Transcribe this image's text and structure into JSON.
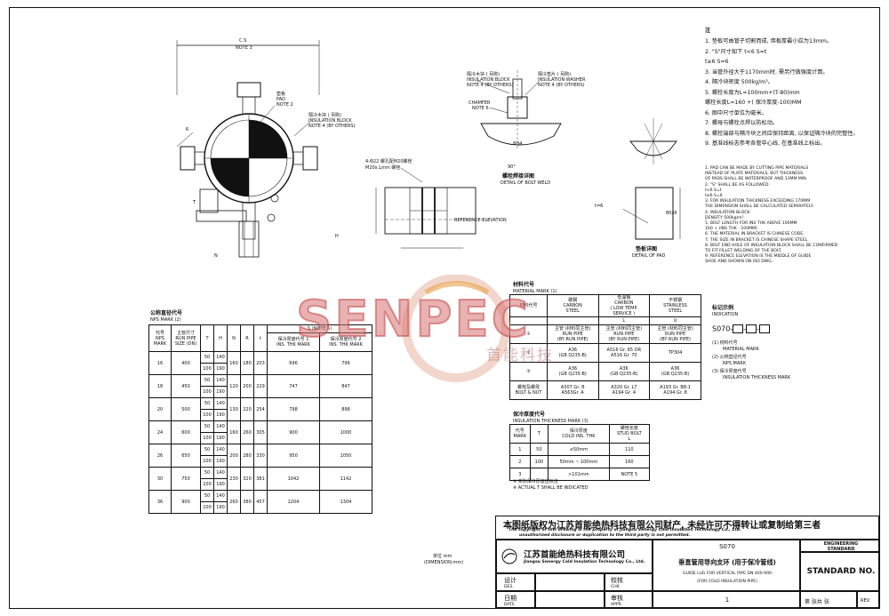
{
  "drawing": {
    "label_dim_top": "C.S",
    "label_note3": "NOTE 3",
    "label_pad_cn": "垫板",
    "label_pad_en": "PAD",
    "label_note2": "NOTE 2",
    "label_block_cn": "隔冷木块 ( 另购)",
    "label_block_en": "INSULATION BLOCK",
    "label_block_note": "NOTE 4 (BY OTHERS)",
    "label_bolt": "4-Φ22 螺孔配M20螺栓",
    "label_bolt2": "M20x.Lmm 螺栓",
    "label_bolt_detail_cn": "螺栓焊接详图",
    "label_bolt_detail_en": "DETAIL OF BOLT WELD",
    "label_chamfer": "CHAMFER",
    "label_note6": "NOTE 6",
    "label_washer_cn": "隔冷垫片 ( 另购)",
    "label_washer_en": "INSULATION WASHER",
    "label_washer_note": "NOTE 4 (BY OTHERS)",
    "label_pad_detail_cn": "垫板详图",
    "label_pad_detail_en": "DETAIL OF PAD",
    "label_ref_elev": "REFERENCE ELEVATION",
    "label_90": "90°",
    "label_phi34": "Φ34",
    "label_6": "6",
    "label_t": "t=6",
    "label_size": "80x6",
    "label_unit_cn": "单位 mm",
    "label_unit_en": "(DIMENSION:mm)"
  },
  "notes_cn": {
    "title": "注",
    "items": [
      "1. 垫板可由管子切割而成, 但板厚最小应为13mm。",
      "2. \"S\"尺寸如下    t<6        S=t",
      "                        t≥6        S=6",
      "3. 当管外径大于1170mm时, 需另行做强度计算。",
      "4. 隔冷块密度  500kg/m³。",
      "5. 螺栓长度为L=100mm+(T-80)mm",
      "   螺栓长度L=160 +( 保冷厚度-100)MM",
      "6. 图中尺寸单位为毫米。",
      "7. 螺母与螺栓点焊以防松动。",
      "8. 螺栓端部与隔冷块之间应保持距离, 以保证隔冷块的完整性。",
      "9. 基准线标志参考各管中心线, 在基准线上标出。"
    ]
  },
  "notes_en": {
    "items": [
      "1. PAD CAN BE MADE BY CUTTING PIPE MATERIALS",
      "   INSTEAD OF PLATE MATERIALS, BUT THICKNESS",
      "   OF PADS SHALL BE WATERPROOF AND 13MM MIN.",
      "2. \"S\" SHALL BE AS FOLLOWED.",
      "      t<6            S=t",
      "      t≥6            S=6",
      "3. FOR INSULATION THICKNESS EXCEEDING 170MM",
      "   THE DIMENSION SHALL BE CALCULATED SEPARATELY.",
      "4. INSULATION BLOCK",
      "   DENSITY 500kg/m³.",
      "5. BOLT LENGTH FOR INS THK ABOVE 100MM",
      "   160 + (INS THK - 100MM)",
      "6. THE MATERIAL IN BRACKET IS CHINESE CODE.",
      "7. THE SIZE IN BRACKET IS CHINESE SHAPE STEEL.",
      "8. BOLT END HOLE OF INSULATION BLOCK SHALL BE CONFIRMED",
      "   TO FIT FILLET WELDING OF THE BOLT.",
      "9. REFERENCE ELEVATION IS THE MIDDLE OF GUIDE",
      "   SHOE AND SHOWN ON ISO DWG."
    ]
  },
  "indication": {
    "title_cn": "标记示例",
    "title_en": "INDICATION",
    "code": "S070-",
    "line1_cn": "(1) 材料代号",
    "line1_en": "MATERIAL MARK",
    "line2_cn": "(2) 公称直径代号",
    "line2_en": "NPS MARK",
    "line3_cn": "(3) 保冷厚度代号",
    "line3_en": "INSULATION THICKNESS MARK"
  },
  "size_table": {
    "title_cn": "公称直径代号",
    "title_en": "NPS MARK (2)",
    "headers": [
      "代号\nNPS\nMARK",
      "主管尺寸\nRUN PIPE\nSIZE (DN)",
      "T",
      "H",
      "N",
      "R",
      "t",
      "保冷厚度代号 1\nINS. THK MARK",
      "保冷厚度代号 2\nINS. THK MARK"
    ],
    "group_header": "S (NOTE 5)",
    "rows": [
      {
        "mark": "16",
        "size": "400",
        "T": [
          "50",
          "100"
        ],
        "H": [
          "140",
          "190"
        ],
        "N": "160",
        "R": "180",
        "t": "203",
        "s1": "696",
        "s2": "796"
      },
      {
        "mark": "18",
        "size": "450",
        "T": [
          "50",
          "100"
        ],
        "H": [
          "140",
          "190"
        ],
        "N": "120",
        "R": "200",
        "t": "229",
        "s1": "747",
        "s2": "847"
      },
      {
        "mark": "20",
        "size": "500",
        "T": [
          "50",
          "100"
        ],
        "H": [
          "140",
          "190"
        ],
        "N": "130",
        "R": "220",
        "t": "254",
        "s1": "798",
        "s2": "898"
      },
      {
        "mark": "24",
        "size": "600",
        "T": [
          "50",
          "100"
        ],
        "H": [
          "140",
          "190"
        ],
        "N": "160",
        "R": "260",
        "t": "305",
        "s1": "900",
        "s2": "1000"
      },
      {
        "mark": "26",
        "size": "650",
        "T": [
          "50",
          "100"
        ],
        "H": [
          "140",
          "190"
        ],
        "N": "200",
        "R": "280",
        "t": "330",
        "s1": "950",
        "s2": "1050"
      },
      {
        "mark": "30",
        "size": "750",
        "T": [
          "50",
          "100"
        ],
        "H": [
          "140",
          "190"
        ],
        "N": "230",
        "R": "320",
        "t": "381",
        "s1": "1042",
        "s2": "1142"
      },
      {
        "mark": "36",
        "size": "900",
        "T": [
          "50",
          "100"
        ],
        "H": [
          "140",
          "190"
        ],
        "N": "260",
        "R": "380",
        "t": "457",
        "s1": "1204",
        "s2": "1304"
      }
    ]
  },
  "material_table": {
    "title_cn": "材料代号",
    "title_en": "MATERIAL MARK (1)",
    "headers": [
      "材料代号",
      "碳钢\nCARBON\nSTEEL",
      "低温钢\nCARBON\n( LOW TEMP.\nSERVICE )",
      "不锈钢\nSTAINLESS\nSTEEL"
    ],
    "codes": [
      "",
      "L",
      "U"
    ],
    "rows": [
      {
        "part": "①",
        "c1": "主管 (材料同主管)\nRUN PIPE\n(BY RUN PIPE)",
        "c2": "主管 (材料同主管)\nRUN PIPE\n(BY RUN PIPE)",
        "c3": "主管 (材料同主管)\nRUN PIPE\n(BY RUN PIPE)"
      },
      {
        "part": "②",
        "c1": "A36\n(GB Q235-B)",
        "c2": "A516 Gr. 65 OR\nA516 Gr. 70",
        "c3": "TP304"
      },
      {
        "part": "③",
        "c1": "A36\n(GB Q235-B)",
        "c2": "A36\n(GB Q235-B)",
        "c3": "A36\n(GB Q235-B)"
      },
      {
        "part": "螺栓及螺母\nBOLT & NUT",
        "c1": "A307 Gr. B\nA563Gr. A",
        "c2": "A320 Gr. L7\nA194 Gr. 4",
        "c3": "A193 Gr. B8-1\nA194 Gr. 8"
      }
    ]
  },
  "ins_table": {
    "title_cn": "保冷厚度代号",
    "title_en": "INSULATION THICKNESS MARK (3)",
    "headers": [
      "代号\nMARK",
      "T",
      "保冷厚度\nCOLD INS. THK",
      "螺栓长度\nSTUD BOLT\nL"
    ],
    "rows": [
      {
        "mark": "1",
        "T": "50",
        "thk": "≤50mm",
        "L": "110"
      },
      {
        "mark": "2",
        "T": "100",
        "thk": "50mm ~ 100mm",
        "L": "160"
      },
      {
        "mark": "3",
        "T": "",
        "thk": ">101mm",
        "L": "NOTE 5"
      }
    ],
    "foot_cn": "※ 实际保冷厚度应标注",
    "foot_en": "※ ACTUAL T SHALL BE INDICATED"
  },
  "watermark": {
    "brand": "SENPEC",
    "brand_cn": "首能科技"
  },
  "title_block": {
    "copyright_cn": "本图纸版权为江苏首能绝热科技有限公司财产, 未经许可不得转让或复制给第三者",
    "copyright_en1": "The copyright of this drawing is the property of Jiangsu Senergy Cold Insulation Technology Co., Ltd.",
    "copyright_en2": "unauthorized disclosure or duplication to the third party is not permitted.",
    "company_cn": "江苏首能绝热科技有限公司",
    "company_en": "Jiangsu Senergy Cold Insulation Technology Co., Ltd.",
    "design_cn": "设计",
    "design_en": "DES.",
    "check_cn": "校核",
    "check_en": "CHK.",
    "date_cn": "日期",
    "date_en": "DATE",
    "approve_cn": "审核",
    "approve_en": "APPR.",
    "code": "S070",
    "title_cn": "垂直管用导向支环 (用于保冷管线)",
    "title_en1": "GUIDE LUG FOR VERTICAL PIPE DN 400-900",
    "title_en2": "(FOR COLD INSULATION PIPE)",
    "standard_label_1": "ENGINEERING",
    "standard_label_2": "STANDARD",
    "standard_no": "STANDARD NO.",
    "page": "1",
    "sheet_cn": "第 张共 张",
    "rev": "REV."
  }
}
